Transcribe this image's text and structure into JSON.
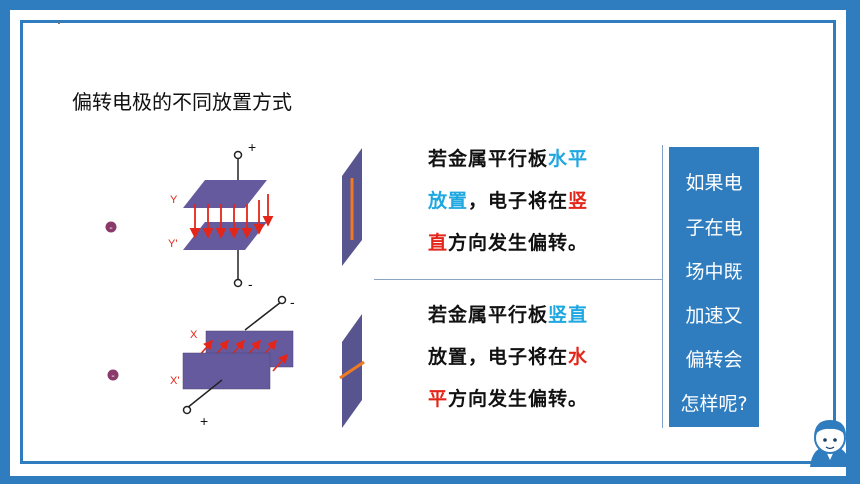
{
  "title": "偏转电极的不同放置方式",
  "upper": {
    "line1": {
      "a": "若金属平行板",
      "b": "水平"
    },
    "line2": {
      "a": "放置",
      "b": "，电子将在",
      "c": "竖"
    },
    "line3": {
      "a": "直",
      "b": "方向发生偏转。"
    }
  },
  "lower": {
    "line1": {
      "a": "若金属平行板",
      "b": "竖直"
    },
    "line2": {
      "a": "放置，电子将在",
      "b": "水"
    },
    "line3": {
      "a": "平",
      "b": "方向发生偏转。"
    }
  },
  "question": [
    "如果电",
    "子在电",
    "场中既",
    "加速又",
    "偏转会",
    "怎样呢?"
  ],
  "figure_top": {
    "plus": "+",
    "minus": "-",
    "y": "Y",
    "y_prime": "Y'",
    "electron": "-"
  },
  "figure_bottom": {
    "plus": "+",
    "minus": "-",
    "x": "X",
    "x_prime": "X'",
    "electron": "-"
  },
  "colors": {
    "border": "#2f7dbf",
    "plate": "#665a9e",
    "screen": "#57548f",
    "trace": "#ee7a22",
    "field": "#e32619",
    "cyan": "#1ea7e0",
    "red": "#e32619"
  }
}
